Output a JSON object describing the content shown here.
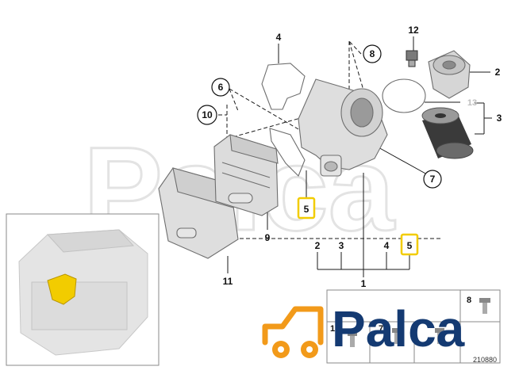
{
  "diagram": {
    "callouts": {
      "c1": "1",
      "c2": "2",
      "c3": "3",
      "c4": "4",
      "c5": "5",
      "c6": "6",
      "c7": "7",
      "c8": "8",
      "c9": "9",
      "c10": "10",
      "c11": "11",
      "c12": "12",
      "c13": "13"
    },
    "legend_row": {
      "a": "2",
      "b": "3",
      "c": "4",
      "d": "5"
    },
    "highlight_color": "#f2cc00"
  },
  "thumbnail_grid": {
    "labels": {
      "l8": "8",
      "l1": "1",
      "l7": "7"
    },
    "code": "210880"
  },
  "watermark": {
    "text": "Palca"
  },
  "logo": {
    "text": "Palca",
    "brand_color": "#143a72",
    "car_color": "#f29a1a"
  }
}
